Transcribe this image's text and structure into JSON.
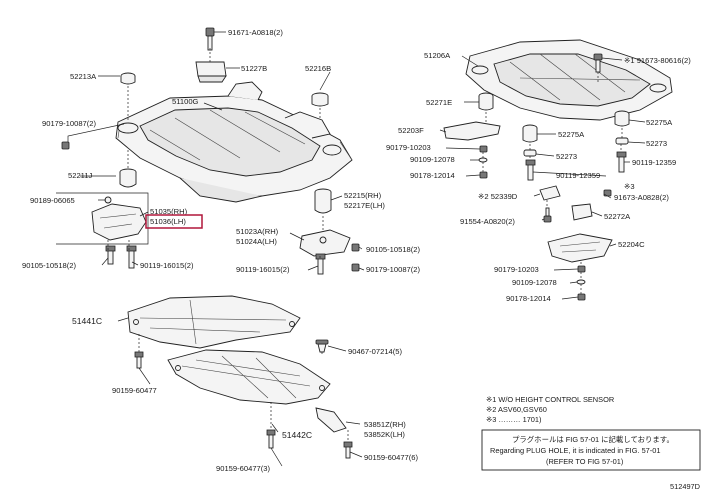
{
  "labels": {
    "p91671": "91671-A0818(2)",
    "p52213A": "52213A",
    "p51227B": "51227B",
    "p52216B": "52216B",
    "p51100G": "51100G",
    "p90179a": "90179-10087(2)",
    "p52211J": "52211J",
    "p90189": "90189-06065",
    "p51035": "51035(RH)",
    "p51036": "51036(LH)",
    "p90105a": "90105-10518(2)",
    "p90119a": "90119-16015(2)",
    "p52215": "52215(RH)",
    "p52217E": "52217E(LH)",
    "p51023A": "51023A(RH)",
    "p51024A": "51024A(LH)",
    "p90105b": "90105-10518(2)",
    "p90119b": "90119-16015(2)",
    "p90179b": "90179-10087(2)",
    "p51206A": "51206A",
    "p91673a": "※1 91673-80616(2)",
    "p52271E": "52271E",
    "p52275A_r": "52275A",
    "p52203F": "52203F",
    "p52275A_c": "52275A",
    "p90179c": "90179-10203",
    "p52273_r": "52273",
    "p90109a": "90109-12078",
    "p52273_c": "52273",
    "p90119c": "90119-12359",
    "p90178a": "90178-12014",
    "p90119d": "90119-12359",
    "p52339": "※2 52339D",
    "p91673b_mark": "※3",
    "p91673b": "91673-A0828(2)",
    "p91554": "91554-A0820(2)",
    "p52272A": "52272A",
    "p52204C": "52204C",
    "p90179d": "90179-10203",
    "p90109b": "90109-12078",
    "p90178b": "90178-12014",
    "p51441C": "51441C",
    "p90467": "90467-07214(5)",
    "p90159a": "90159-60477",
    "p51442C": "51442C",
    "p53851Z": "53851Z(RH)",
    "p53852K": "53852K(LH)",
    "p90159b": "90159-60477(3)",
    "p90159c": "90159-60477(6)"
  },
  "notes": {
    "n1": "※1 W/O HEIGHT CONTROL SENSOR",
    "n2": "※2 ASV60,GSV60",
    "n3": "※3 ……… 1701)"
  },
  "box_note": {
    "line1": "プラグホールは FIG 57-01 に記載しております。",
    "line2": "Regarding PLUG HOLE, it is indicated in FIG. 57-01",
    "line3": "(REFER TO FIG 57-01)"
  },
  "figure_code": "512497D",
  "colors": {
    "highlight_box": "#b0163a",
    "line": "#222222",
    "part_fill": "#f4f4f4"
  }
}
